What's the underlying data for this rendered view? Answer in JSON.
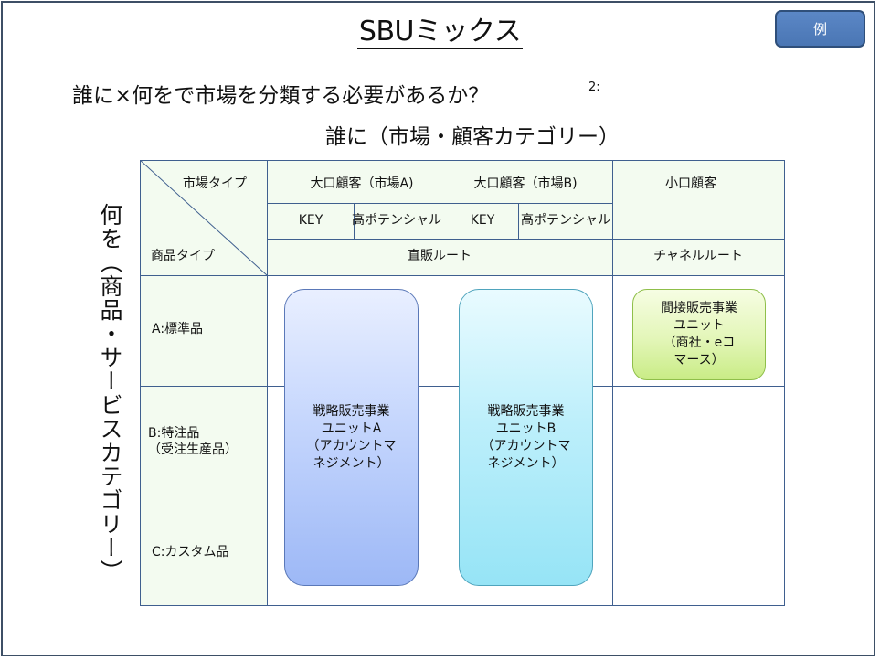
{
  "slide": {
    "title": "SBUミックス",
    "example_button": "例",
    "question": "誰に×何をで市場を分類する必要があるか？",
    "page_number": "2:",
    "column_axis": "誰に（市場・顧客カテゴリー）",
    "row_axis": "何を（商品・サービスカテゴリー）"
  },
  "matrix": {
    "corner": {
      "top_label": "市場タイプ",
      "bottom_label": "商品タイプ"
    },
    "markets": [
      {
        "label": "大口顧客（市場A)",
        "subs": [
          "KEY",
          "高ポテンシャル"
        ]
      },
      {
        "label": "大口顧客（市場B)",
        "subs": [
          "KEY",
          "高ポテンシャル"
        ]
      },
      {
        "label": "小口顧客",
        "subs": []
      }
    ],
    "routes": [
      "直販ルート",
      "チャネルルート"
    ],
    "rows": [
      "A:標準品",
      "B:特注品\n（受注生産品）",
      "C:カスタム品"
    ],
    "units": [
      {
        "label": "戦略販売事業\nユニットA\n（アカウントマ\nネジメント）"
      },
      {
        "label": "戦略販売事業\nユニットB\n（アカウントマ\nネジメント）"
      },
      {
        "label": "間接販売事業\nユニット\n（商社・eコ\nマース）"
      }
    ]
  },
  "colors": {
    "frame": "#3d4f66",
    "grid_line": "#3f5f8f",
    "header_fill": "#f3fbf0",
    "button_fill": "#4f7dbd"
  }
}
